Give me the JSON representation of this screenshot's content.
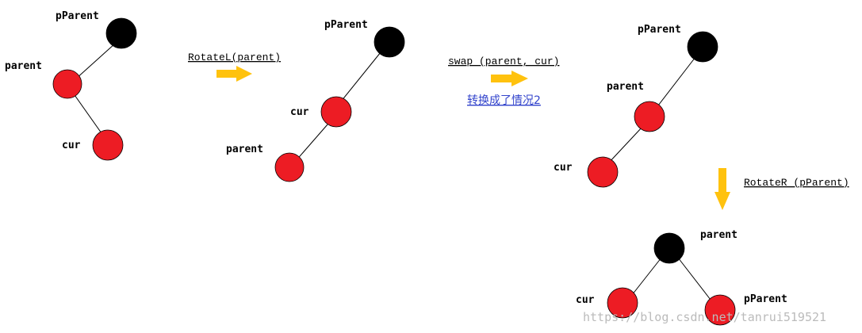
{
  "colors": {
    "black_node": "#000000",
    "red_node": "#ed1c24",
    "arrow": "#ffc20e",
    "note": "#3344cc",
    "watermark": "#bbbbbb"
  },
  "stage1": {
    "pparent": "pParent",
    "parent": "parent",
    "cur": "cur"
  },
  "step1": {
    "label": "RotateL(parent)"
  },
  "stage2": {
    "pparent": "pParent",
    "cur": "cur",
    "parent": "parent"
  },
  "step2": {
    "label": "swap (parent, cur)",
    "note": "转换成了情况2"
  },
  "stage3": {
    "pparent": "pParent",
    "parent": "parent",
    "cur": "cur"
  },
  "step3": {
    "label": "RotateR (pParent)"
  },
  "stage4": {
    "parent": "parent",
    "cur": "cur",
    "pparent": "pParent"
  },
  "watermark": "https://blog.csdn.net/tanrui519521"
}
